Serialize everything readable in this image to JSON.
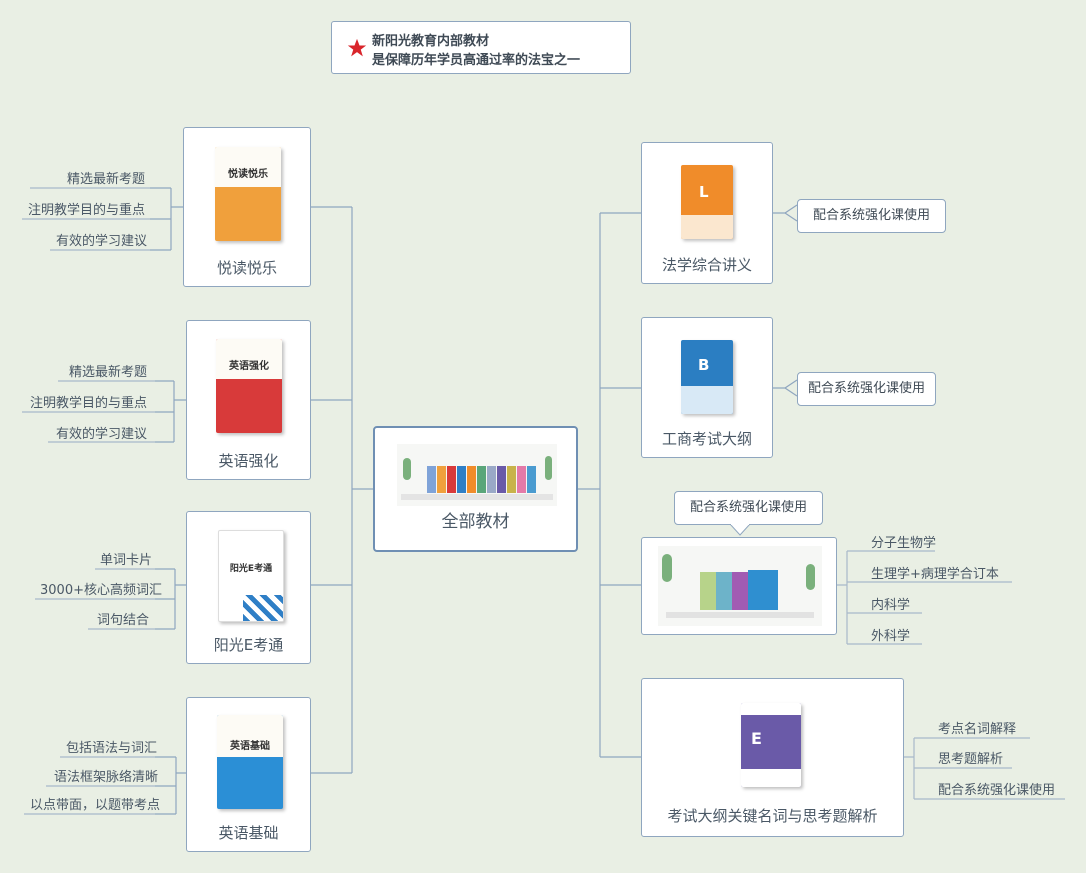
{
  "header": {
    "line1": "新阳光教育内部教材",
    "line2": "是保障历年学员高通过率的法宝之一",
    "star_color": "#d9252b"
  },
  "center": {
    "label": "全部教材"
  },
  "left": [
    {
      "title": "悦读悦乐",
      "cover_text": "悦读悦乐",
      "cover_color": "#f0a03c",
      "leaves": [
        "精选最新考题",
        "注明教学目的与重点",
        "有效的学习建议"
      ]
    },
    {
      "title": "英语强化",
      "cover_text": "英语强化",
      "cover_color": "#d83a3a",
      "leaves": [
        "精选最新考题",
        "注明教学目的与重点",
        "有效的学习建议"
      ]
    },
    {
      "title": "阳光E考通",
      "cover_text": "阳光E考通",
      "cover_color": "#2f7fc6",
      "leaves": [
        "单词卡片",
        "3000+核心高频词汇",
        "词句结合"
      ]
    },
    {
      "title": "英语基础",
      "cover_text": "英语基础",
      "cover_color": "#2b8fd6",
      "leaves": [
        "包括语法与词汇",
        "语法框架脉络清晰",
        "以点带面，以题带考点"
      ]
    }
  ],
  "right": {
    "law": {
      "title": "法学综合讲义",
      "callout": "配合系统强化课使用",
      "cover_color": "#f08c2a"
    },
    "business": {
      "title": "工商考试大纲",
      "callout": "配合系统强化课使用",
      "cover_color": "#2b7ec2"
    },
    "medical": {
      "callout": "配合系统强化课使用",
      "leaves": [
        "分子生物学",
        "生理学+病理学合订本",
        "内科学",
        "外科学"
      ]
    },
    "exam": {
      "title": "考试大纲关键名词与思考题解析",
      "cover_color": "#6a5aa8",
      "leaves": [
        "考点名词解释",
        "思考题解析",
        "配合系统强化课使用"
      ]
    }
  },
  "colors": {
    "line": "#8fa6bf",
    "background": "#e9efe4",
    "center_border": "#6f8fb3"
  }
}
